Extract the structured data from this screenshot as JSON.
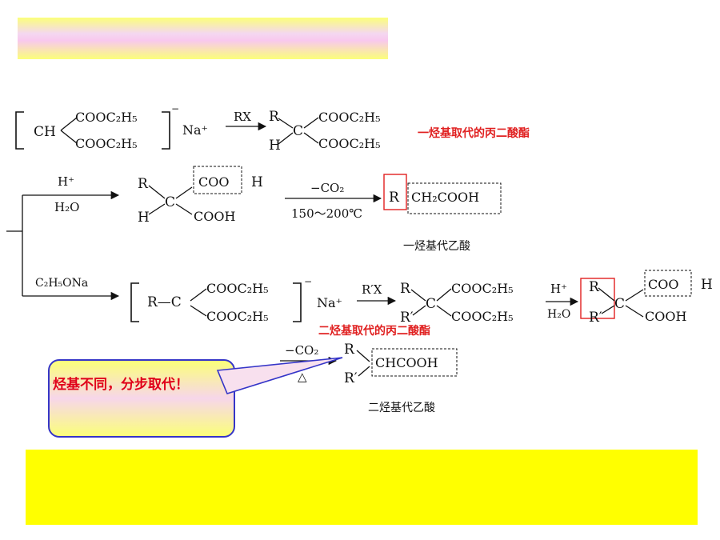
{
  "reaction1": {
    "reactant": {
      "ch": "CH",
      "top": "COOC₂H₅",
      "bottom": "COOC₂H₅",
      "charge": "−",
      "na": "Na⁺"
    },
    "reagent": "RX",
    "product": {
      "r": "R",
      "h": "H",
      "c": "C",
      "top": "COOC₂H₅",
      "bottom": "COOC₂H₅"
    },
    "label": "一烃基取代的丙二酸酯"
  },
  "reaction2": {
    "reagent_top": "H⁺",
    "reagent_bottom": "H₂O",
    "intermediate": {
      "r": "R",
      "h": "H",
      "c": "C",
      "top": "COO",
      "top_h": "H",
      "bottom": "COOH"
    },
    "conditions_top": "−CO₂",
    "conditions_bottom": "150～200℃",
    "product": {
      "r": "R",
      "rest": "CH₂COOH"
    },
    "label": "一烃基代乙酸"
  },
  "reaction3": {
    "reagent": "C₂H₅ONa",
    "anion": {
      "rc": "R—C",
      "top": "COOC₂H₅",
      "bottom": "COOC₂H₅",
      "charge": "−",
      "na": "Na⁺"
    },
    "reagent2": "R′X",
    "product": {
      "r": "R",
      "r2": "R′",
      "c": "C",
      "top": "COOC₂H₅",
      "bottom": "COOC₂H₅"
    },
    "label": "二烃基取代的丙二酸酯",
    "hydrolysis_top": "H⁺",
    "hydrolysis_bottom": "H₂O",
    "acid": {
      "r": "R",
      "r2": "R′",
      "c": "C",
      "top": "COO",
      "top_h": "H",
      "bottom": "COOH"
    },
    "decarb_top": "−CO₂",
    "decarb_bottom": "△",
    "final": {
      "r": "R",
      "r2": "R′",
      "rest": "CHCOOH"
    },
    "final_label": "二烃基代乙酸"
  },
  "callout": {
    "text": "烃基不同，分步取代！"
  },
  "colors": {
    "callout_border": "#3535c8",
    "highlight_red": "#e02020",
    "band_yellow": "#ffff00"
  }
}
